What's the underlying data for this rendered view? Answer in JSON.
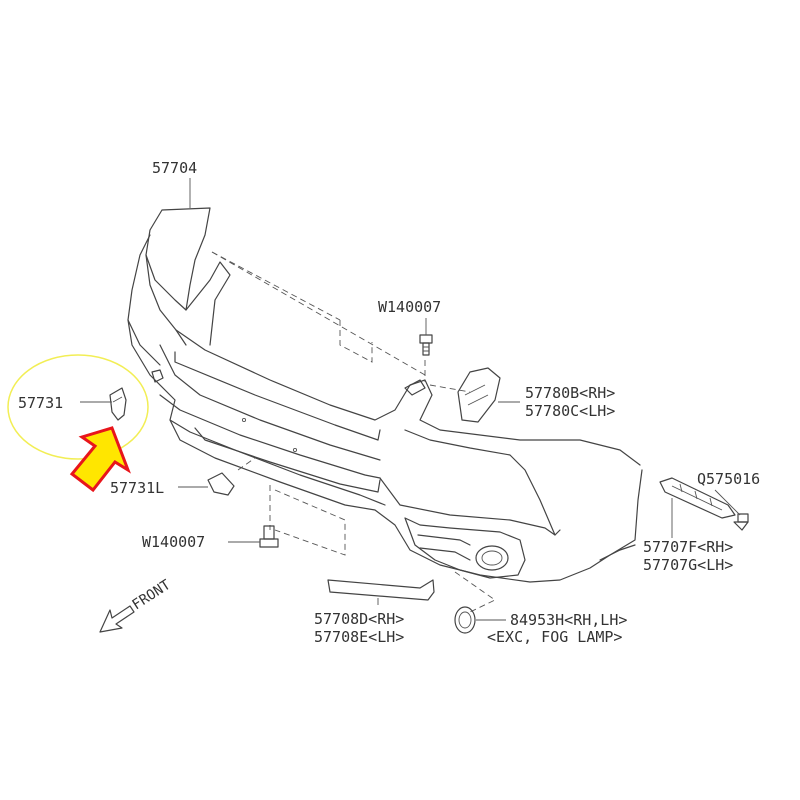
{
  "labels": {
    "bumper_cover": "57704",
    "bolt_top": "W140007",
    "bracket_rh": "57780B<RH>",
    "bracket_lh": "57780C<LH>",
    "clip_part": "57731",
    "clip_part_l": "57731L",
    "bolt_bottom": "W140007",
    "clip_q": "Q575016",
    "side_bracket_rh": "57707F<RH>",
    "side_bracket_lh": "57707G<LH>",
    "lower_trim_rh": "57708D<RH>",
    "lower_trim_lh": "57708E<LH>",
    "fog_cover": "84953H<RH,LH>",
    "fog_note": "<EXC, FOG LAMP>",
    "front_direction": "FRONT"
  },
  "colors": {
    "line": "#444444",
    "highlight_circle": "#f2ee55",
    "arrow_fill": "#ffe600",
    "arrow_stroke": "#e8151b"
  }
}
